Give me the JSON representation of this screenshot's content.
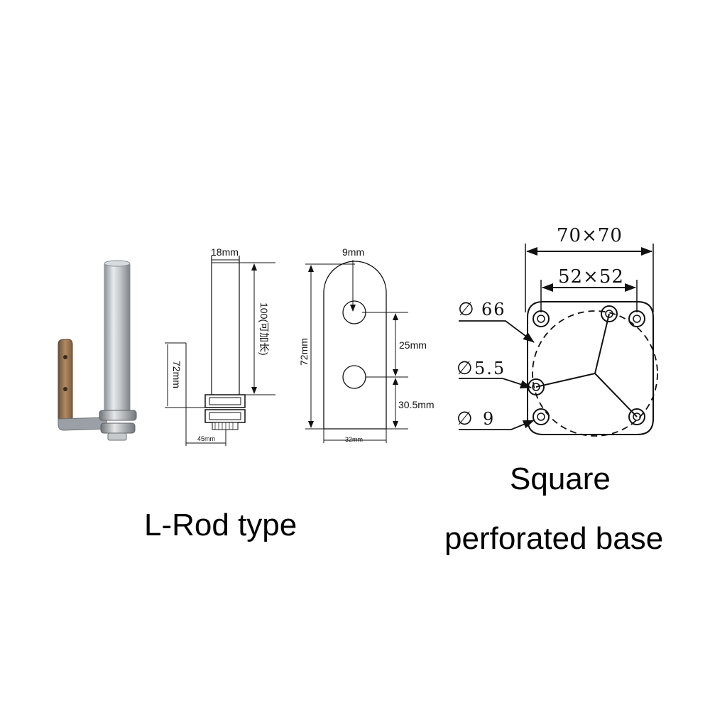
{
  "captions": {
    "lrod": "L-Rod type",
    "square_line1": "Square",
    "square_line2": "perforated base"
  },
  "side_view": {
    "width": "18mm",
    "length": "100(可加长)",
    "bracket_height": "72mm",
    "bracket_width": "45mm"
  },
  "bracket_plate": {
    "hole": "9mm",
    "height": "72mm",
    "spacing": "25mm",
    "bottom": "30.5mm",
    "width": "32mm"
  },
  "square_base": {
    "outer": "70×70",
    "inner": "52×52",
    "circle_dia": "66",
    "hole_small": "5.5",
    "hole_large": "9",
    "diameter_symbol": "∅"
  },
  "colors": {
    "line": "#111111",
    "rod": "#b8bcc0",
    "bracket": "#8a6a4a"
  }
}
